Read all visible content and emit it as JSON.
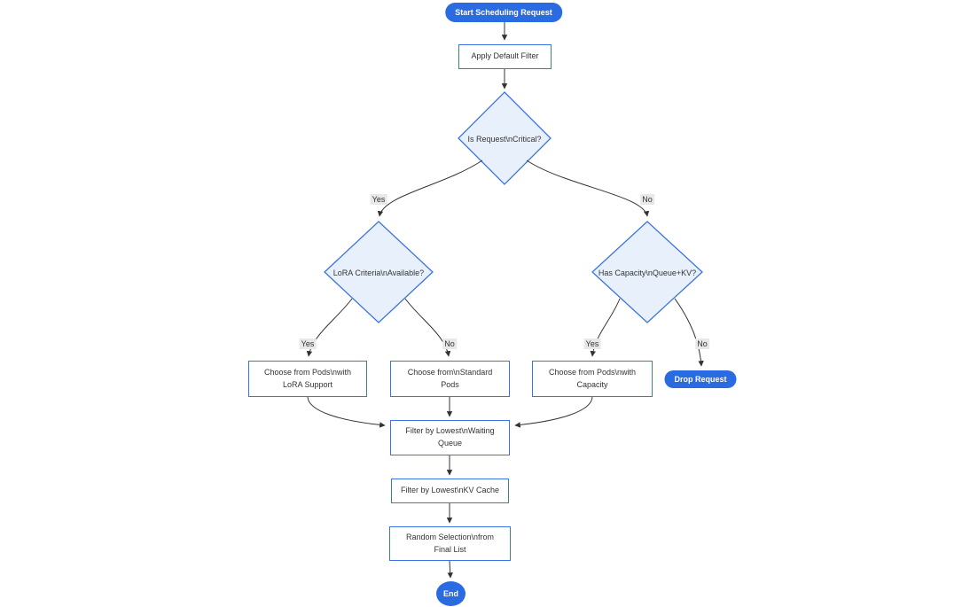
{
  "diagram": {
    "type": "flowchart",
    "direction": "top-down",
    "colors": {
      "terminal_fill": "#2b6be2",
      "terminal_text": "#ffffff",
      "process_fill": "#ffffff",
      "process_border": "#3b74e0",
      "decision_fill": "#e8f1fb",
      "decision_border": "#3b74e0",
      "text": "#333333",
      "edge": "#333333",
      "edge_label_bg": "#e8e8e8",
      "background": "#ffffff"
    }
  },
  "nodes": {
    "start": {
      "type": "terminal",
      "label": "Start Scheduling Request"
    },
    "apply_filter": {
      "type": "process",
      "label": "Apply Default Filter"
    },
    "is_critical": {
      "type": "decision",
      "label": "Is Request\\nCritical?"
    },
    "lora_criteria": {
      "type": "decision",
      "label": "LoRA Criteria\\nAvailable?"
    },
    "has_capacity": {
      "type": "decision",
      "label": "Has Capacity\\nQueue+KV?"
    },
    "choose_lora": {
      "type": "process",
      "lines": [
        "Choose from Pods\\nwith",
        "LoRA Support"
      ]
    },
    "choose_standard": {
      "type": "process",
      "lines": [
        "Choose from\\nStandard",
        "Pods"
      ]
    },
    "choose_capacity": {
      "type": "process",
      "lines": [
        "Choose from Pods\\nwith",
        "Capacity"
      ]
    },
    "drop_request": {
      "type": "terminal",
      "label": "Drop Request"
    },
    "filter_queue": {
      "type": "process",
      "lines": [
        "Filter by Lowest\\nWaiting",
        "Queue"
      ]
    },
    "filter_kv": {
      "type": "process",
      "label": "Filter by Lowest\\nKV Cache"
    },
    "random_selection": {
      "type": "process",
      "lines": [
        "Random Selection\\nfrom",
        "Final List"
      ]
    },
    "end": {
      "type": "terminal",
      "label": "End"
    }
  },
  "edges": [
    {
      "from": "start",
      "to": "apply_filter",
      "label": ""
    },
    {
      "from": "apply_filter",
      "to": "is_critical",
      "label": ""
    },
    {
      "from": "is_critical",
      "to": "lora_criteria",
      "label": "Yes"
    },
    {
      "from": "is_critical",
      "to": "has_capacity",
      "label": "No"
    },
    {
      "from": "lora_criteria",
      "to": "choose_lora",
      "label": "Yes"
    },
    {
      "from": "lora_criteria",
      "to": "choose_standard",
      "label": "No"
    },
    {
      "from": "has_capacity",
      "to": "choose_capacity",
      "label": "Yes"
    },
    {
      "from": "has_capacity",
      "to": "drop_request",
      "label": "No"
    },
    {
      "from": "choose_lora",
      "to": "filter_queue",
      "label": ""
    },
    {
      "from": "choose_standard",
      "to": "filter_queue",
      "label": ""
    },
    {
      "from": "choose_capacity",
      "to": "filter_queue",
      "label": ""
    },
    {
      "from": "filter_queue",
      "to": "filter_kv",
      "label": ""
    },
    {
      "from": "filter_kv",
      "to": "random_selection",
      "label": ""
    },
    {
      "from": "random_selection",
      "to": "end",
      "label": ""
    }
  ]
}
